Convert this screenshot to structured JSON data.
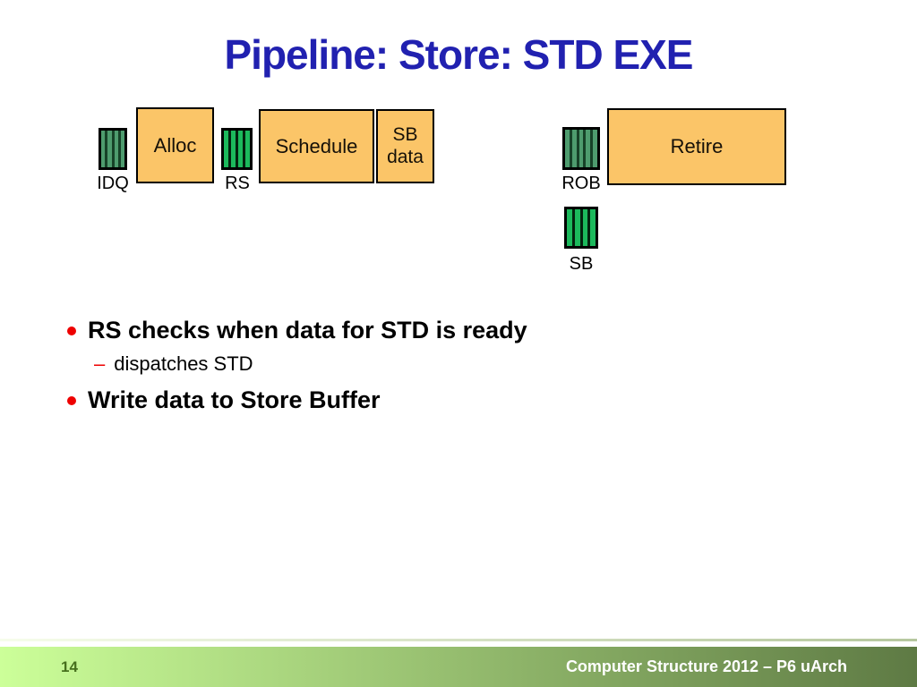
{
  "slide": {
    "title": "Pipeline: Store: STD EXE"
  },
  "diagram": {
    "stages": [
      {
        "label": "Alloc"
      },
      {
        "label": "Schedule"
      },
      {
        "label": "SB data"
      },
      {
        "label": "Retire"
      }
    ],
    "queues": [
      {
        "label": "IDQ"
      },
      {
        "label": "RS"
      },
      {
        "label": "ROB"
      },
      {
        "label": "SB"
      }
    ],
    "colors": {
      "stage_fill": "#FBC568",
      "stage_border": "#000000",
      "queue_bar_muted": "#4E9C6E",
      "queue_bar_bright": "#1CB95C",
      "title_blue": "#2121B0",
      "bullet_red": "#EE0000",
      "footer_gradient_left": "#CCFF99",
      "footer_gradient_right": "#5E7A44"
    }
  },
  "bullets": {
    "dash_marker": "–",
    "items": [
      {
        "text": "RS checks when data for STD is ready"
      },
      {
        "text": "dispatches STD"
      },
      {
        "text": "Write data to Store Buffer"
      }
    ]
  },
  "footer": {
    "page_number": "14",
    "course_label": "Computer Structure 2012 – P6 uArch"
  }
}
